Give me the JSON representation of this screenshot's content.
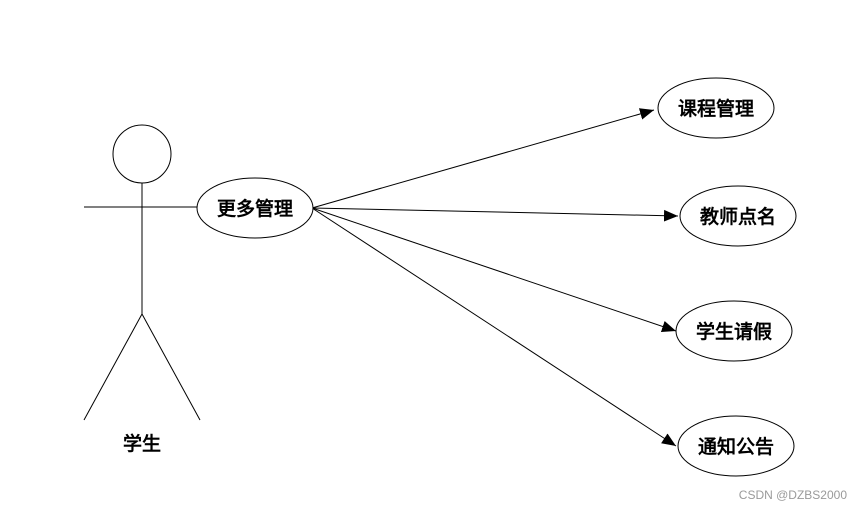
{
  "actor": {
    "label": "学生"
  },
  "use_cases": {
    "hub": "更多管理",
    "course": "课程管理",
    "rollcall": "教师点名",
    "leave": "学生请假",
    "notice": "通知公告"
  },
  "relations": [
    {
      "from": "学生",
      "to": "更多管理",
      "type": "association"
    },
    {
      "from": "更多管理",
      "to": "课程管理",
      "type": "directed"
    },
    {
      "from": "更多管理",
      "to": "教师点名",
      "type": "directed"
    },
    {
      "from": "更多管理",
      "to": "学生请假",
      "type": "directed"
    },
    {
      "from": "更多管理",
      "to": "通知公告",
      "type": "directed"
    }
  ],
  "watermark": "CSDN @DZBS2000"
}
